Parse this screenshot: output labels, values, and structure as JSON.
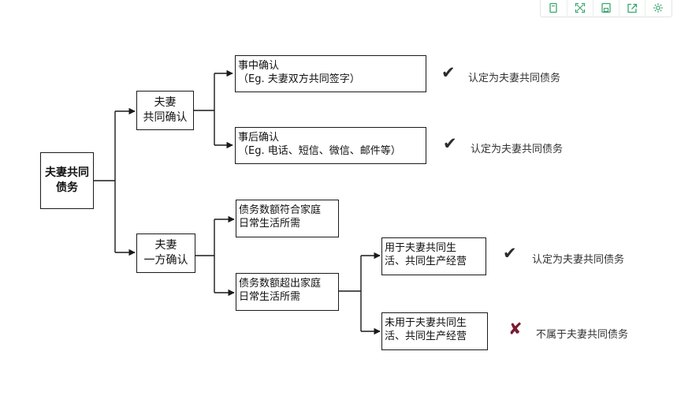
{
  "root": {
    "line1": "夫妻共同",
    "line2": "债务"
  },
  "branch_joint": {
    "line1": "夫妻",
    "line2": "共同确认"
  },
  "branch_single": {
    "line1": "夫妻",
    "line2": "一方确认"
  },
  "joint_during": {
    "line1": "事中确认",
    "line2": "（Eg. 夫妻双方共同签字）"
  },
  "joint_after": {
    "line1": "事后确认",
    "line2": "（Eg. 电话、短信、微信、邮件等）"
  },
  "single_within": {
    "line1": "债务数额符合家庭",
    "line2": "日常生活所需"
  },
  "single_exceed": {
    "line1": "债务数额超出家庭",
    "line2": "日常生活所需"
  },
  "exceed_used": {
    "line1": "用于夫妻共同生",
    "line2": "活、共同生产经营"
  },
  "exceed_unused": {
    "line1": "未用于夫妻共同生",
    "line2": "活、共同生产经营"
  },
  "results": {
    "during": {
      "mark": "✔",
      "text": "认定为夫妻共同债务"
    },
    "after": {
      "mark": "✔",
      "text": "认定为夫妻共同债务"
    },
    "used": {
      "mark": "✔",
      "text": "认定为夫妻共同债务"
    },
    "unused": {
      "mark": "✘",
      "text": "不属于夫妻共同债务"
    }
  },
  "toolbar": [
    "copy-icon",
    "fullscreen-icon",
    "save-icon",
    "share-icon",
    "settings-icon"
  ],
  "colors": {
    "line": "#1a1a1a",
    "toolbar_icon": "#3aa76d",
    "cross": "#7a1a32"
  }
}
